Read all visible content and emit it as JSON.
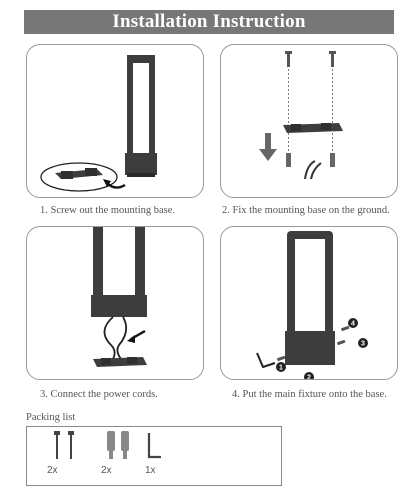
{
  "document": {
    "title": "Installation Instruction"
  },
  "steps": [
    {
      "caption": "1. Screw out the mounting base."
    },
    {
      "caption": "2. Fix the mounting base on the ground."
    },
    {
      "caption": "3. Connect the power cords."
    },
    {
      "caption": "4. Put the main fixture onto the base."
    }
  ],
  "callouts": {
    "one": "1",
    "two": "2",
    "three": "3",
    "four": "4"
  },
  "packing": {
    "title": "Packing list",
    "items": [
      {
        "icon": "screw-icon",
        "qty": "2x"
      },
      {
        "icon": "wall-anchor-icon",
        "qty": "2x"
      },
      {
        "icon": "hex-key-icon",
        "qty": "1x"
      }
    ]
  },
  "colors": {
    "banner": "#777777",
    "fixture": "#3d3d3d",
    "border": "#9a9a9a"
  }
}
